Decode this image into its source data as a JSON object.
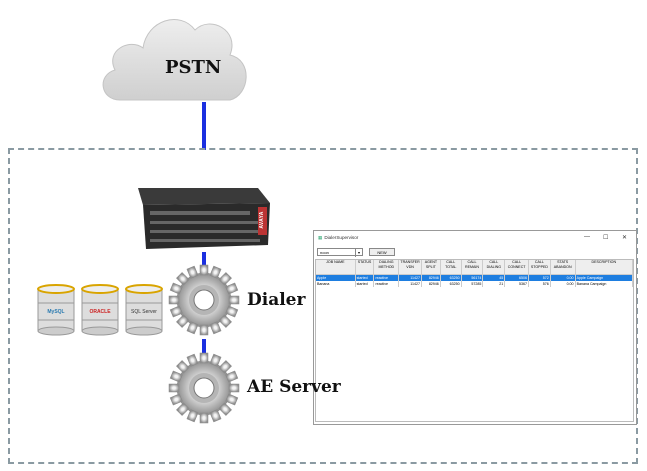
{
  "cloud": {
    "label": "PSTN"
  },
  "nodes": {
    "dialer": "Dialer",
    "ae_server": "AE Server",
    "switch_brand": "AVAYA"
  },
  "databases": [
    "MySQL",
    "ORACLE",
    "SQL Server"
  ],
  "window": {
    "title": "DialerSupervisor",
    "combo_value": "noon",
    "new_button": "NEW",
    "columns": [
      "JOB NAME",
      "STATUS",
      "DIALING METHOD",
      "TRANSFER VDN",
      "AGENT SPLIT",
      "CALL TOTAL",
      "CALL REMAIN",
      "CALL DIALING",
      "CALL CONNECT",
      "CALL STOPPED",
      "STATS ABANDON",
      "DESCRIPTION"
    ],
    "rows": [
      [
        "Apple",
        "started",
        "reactive",
        "11427",
        "82946",
        "63250",
        "56174",
        "45",
        "6506",
        "572",
        "0.00",
        "Apple Campaign"
      ],
      [
        "Banana",
        "started",
        "reactive",
        "11427",
        "82946",
        "63250",
        "57285",
        "21",
        "5367",
        "576",
        "0.00",
        "Banana Campaign"
      ]
    ],
    "selected_row": 0
  },
  "colors": {
    "link": "#1a2fe0",
    "selection": "#1e7ee0"
  }
}
